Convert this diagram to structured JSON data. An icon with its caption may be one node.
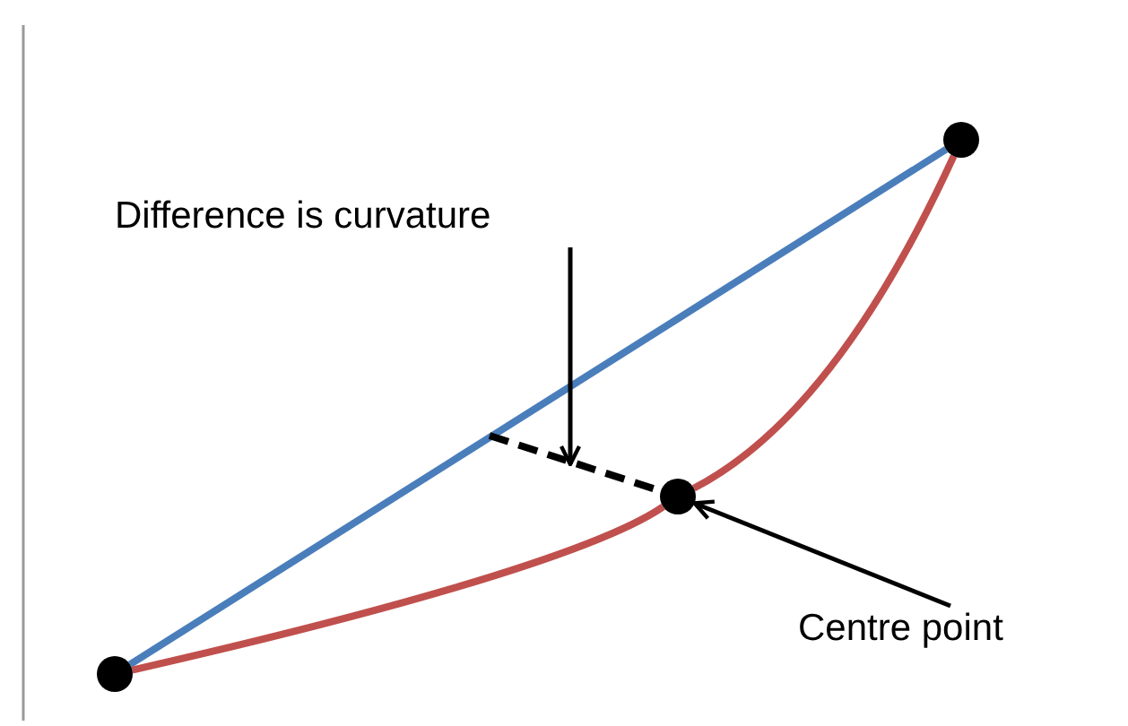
{
  "diagram": {
    "nodes": [
      {
        "text": [],
        "shape": "circle"
      },
      {
        "text": [],
        "shape": "circle"
      },
      {
        "text": [],
        "shape": "circle"
      },
      {
        "text": [
          "Difference is curvature"
        ]
      },
      {
        "text": [
          "Centre point"
        ]
      }
    ],
    "edges": [
      {
        "from": 0,
        "to": 1,
        "arrow": "none",
        "color": "#4a7ebb"
      },
      {
        "from": 0,
        "to": 2,
        "arrow": "none",
        "color": "#c0504d"
      },
      {
        "from": 2,
        "to": 1,
        "arrow": "none",
        "color": "#c0504d"
      },
      {
        "from": null,
        "to": 2,
        "arrow": "none",
        "style": "dashed"
      },
      {
        "from": 3,
        "to": null,
        "arrow": "to"
      },
      {
        "from": 4,
        "to": 2,
        "arrow": "to"
      }
    ]
  }
}
